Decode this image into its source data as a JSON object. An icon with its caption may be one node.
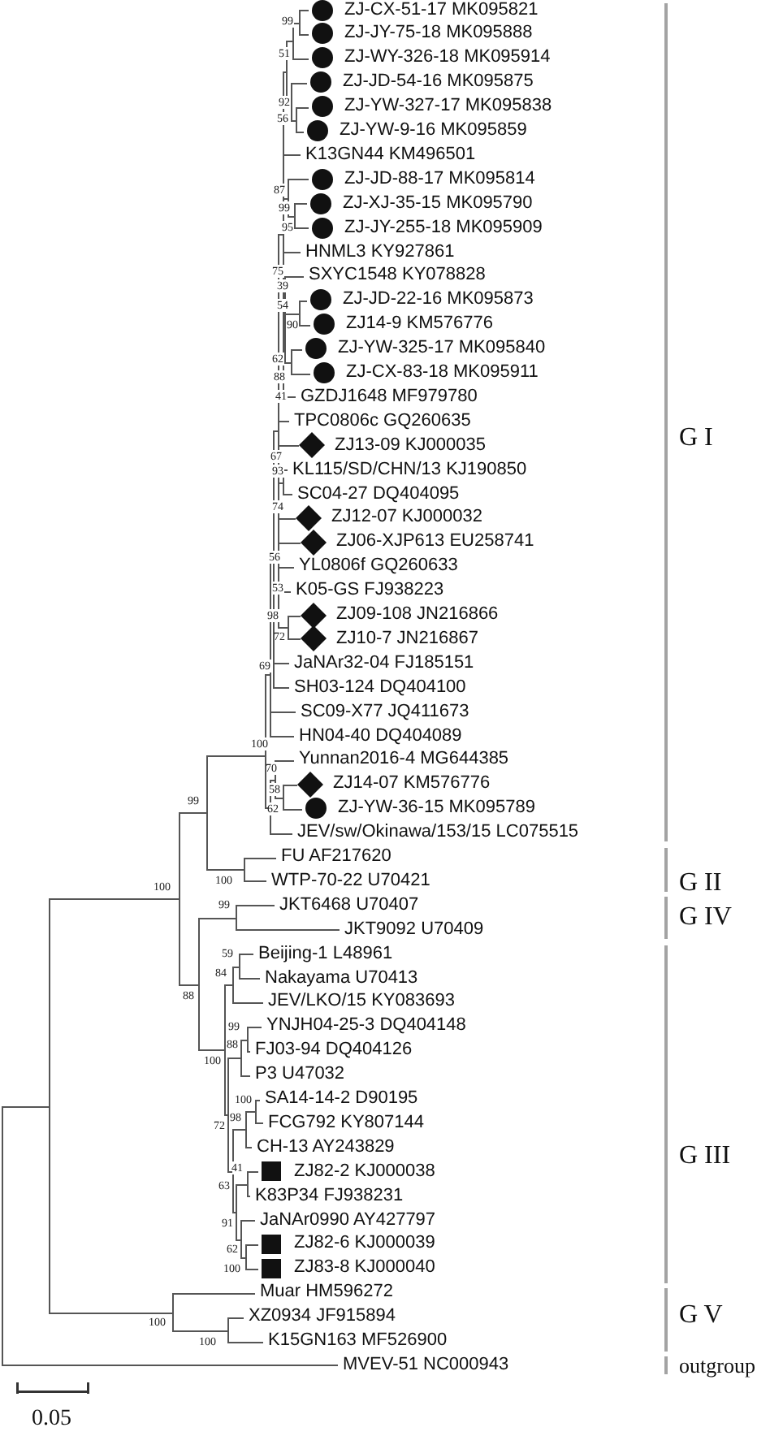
{
  "diagram": {
    "labels": [
      "ZJ-CX-51-17 MK095821",
      "ZJ-JY-75-18 MK095888",
      "ZJ-WY-326-18 MK095914",
      "ZJ-JD-54-16 MK095875",
      "ZJ-YW-327-17 MK095838",
      "ZJ-YW-9-16 MK095859",
      "K13GN44 KM496501",
      "ZJ-JD-88-17 MK095814",
      "ZJ-XJ-35-15 MK095790",
      "ZJ-JY-255-18 MK095909",
      "HNML3 KY927861",
      "SXYC1548 KY078828",
      "ZJ-JD-22-16 MK095873",
      "ZJ14-9 KM576776",
      "ZJ-YW-325-17 MK095840",
      "ZJ-CX-83-18 MK095911",
      "GZDJ1648 MF979780",
      "TPC0806c GQ260635",
      "ZJ13-09 KJ000035",
      "KL115/SD/CHN/13 KJ190850",
      "SC04-27 DQ404095",
      "ZJ12-07 KJ000032",
      "ZJ06-XJP613 EU258741",
      "YL0806f GQ260633",
      "K05-GS FJ938223",
      "ZJ09-108 JN216866",
      "ZJ10-7 JN216867",
      "JaNAr32-04 FJ185151",
      "SH03-124 DQ404100",
      "SC09-X77 JQ411673",
      "HN04-40 DQ404089",
      "Yunnan2016-4 MG644385",
      "ZJ14-07 KM576776",
      "ZJ-YW-36-15 MK095789",
      "JEV/sw/Okinawa/153/15 LC075515",
      "FU AF217620",
      "WTP-70-22 U70421",
      "JKT6468 U70407",
      "JKT9092 U70409",
      "Beijing-1 L48961",
      "Nakayama U70413",
      "JEV/LKO/15 KY083693",
      "YNJH04-25-3 DQ404148",
      "FJ03-94 DQ404126",
      "P3 U47032",
      "SA14-14-2 D90195",
      "FCG792 KY807144",
      "CH-13 AY243829",
      "ZJ82-2 KJ000038",
      "K83P34 FJ938231",
      "JaNAr0990 AY427797",
      "ZJ82-6 KJ000039",
      "ZJ83-8 KJ000040",
      "Muar HM596272",
      "XZ0934 JF915894",
      "K15GN163 MF526900",
      "MVEV-51 NC000943",
      "99",
      "51",
      "92",
      "56",
      "87",
      "99",
      "95",
      "75",
      "39",
      "54",
      "90",
      "62",
      "88",
      "41",
      "67",
      "93",
      "74",
      "56",
      "53",
      "98",
      "72",
      "69",
      "100",
      "70",
      "58",
      "99",
      "62",
      "100",
      "100",
      "99",
      "59",
      "84",
      "88",
      "99",
      "88",
      "100",
      "100",
      "98",
      "72",
      "41",
      "63",
      "91",
      "62",
      "100",
      "100",
      "100",
      "G I",
      "G II",
      "G IV",
      "G III",
      "G V",
      "outgroup",
      "0.05"
    ]
  }
}
